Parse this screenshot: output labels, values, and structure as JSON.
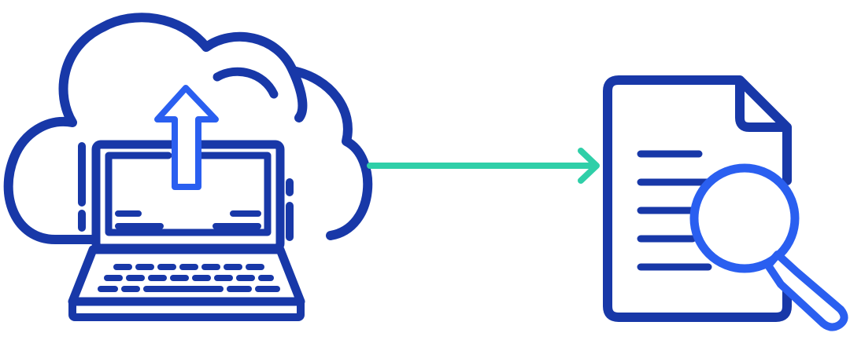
{
  "diagram": {
    "nodes": [
      {
        "id": "cloud-laptop-upload",
        "icon": "cloud-upload-laptop-icon"
      },
      {
        "id": "document-search",
        "icon": "document-magnifier-icon"
      }
    ],
    "edges": [
      {
        "from": "cloud-laptop-upload",
        "to": "document-search",
        "style": "arrow"
      }
    ]
  },
  "colors": {
    "primary": "#1838a8",
    "accent": "#2a5ff0",
    "arrow": "#2fcfa8",
    "background": "#ffffff"
  }
}
